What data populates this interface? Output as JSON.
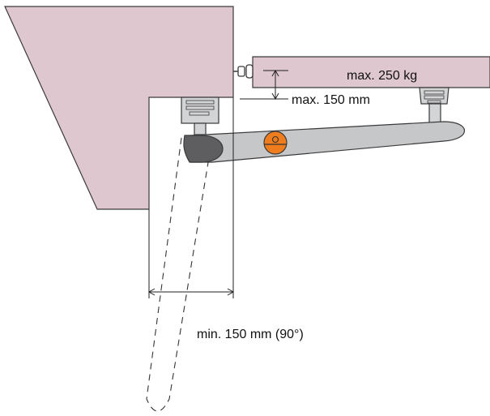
{
  "labels": {
    "max_weight": "max. 250 kg",
    "max_offset": "max. 150 mm",
    "min_clearance": "min. 150 mm (90°)"
  },
  "colors": {
    "pillar": "#dfc7d0",
    "outline": "#3a3a3a",
    "arm": "#c6c7c9",
    "arm_tip": "#5e5e60",
    "bracket": "#d3d4d6",
    "release_knob": "#ef7d1e",
    "dimension_line": "#222222"
  },
  "icons": {
    "release_knob": "release-key-icon"
  }
}
